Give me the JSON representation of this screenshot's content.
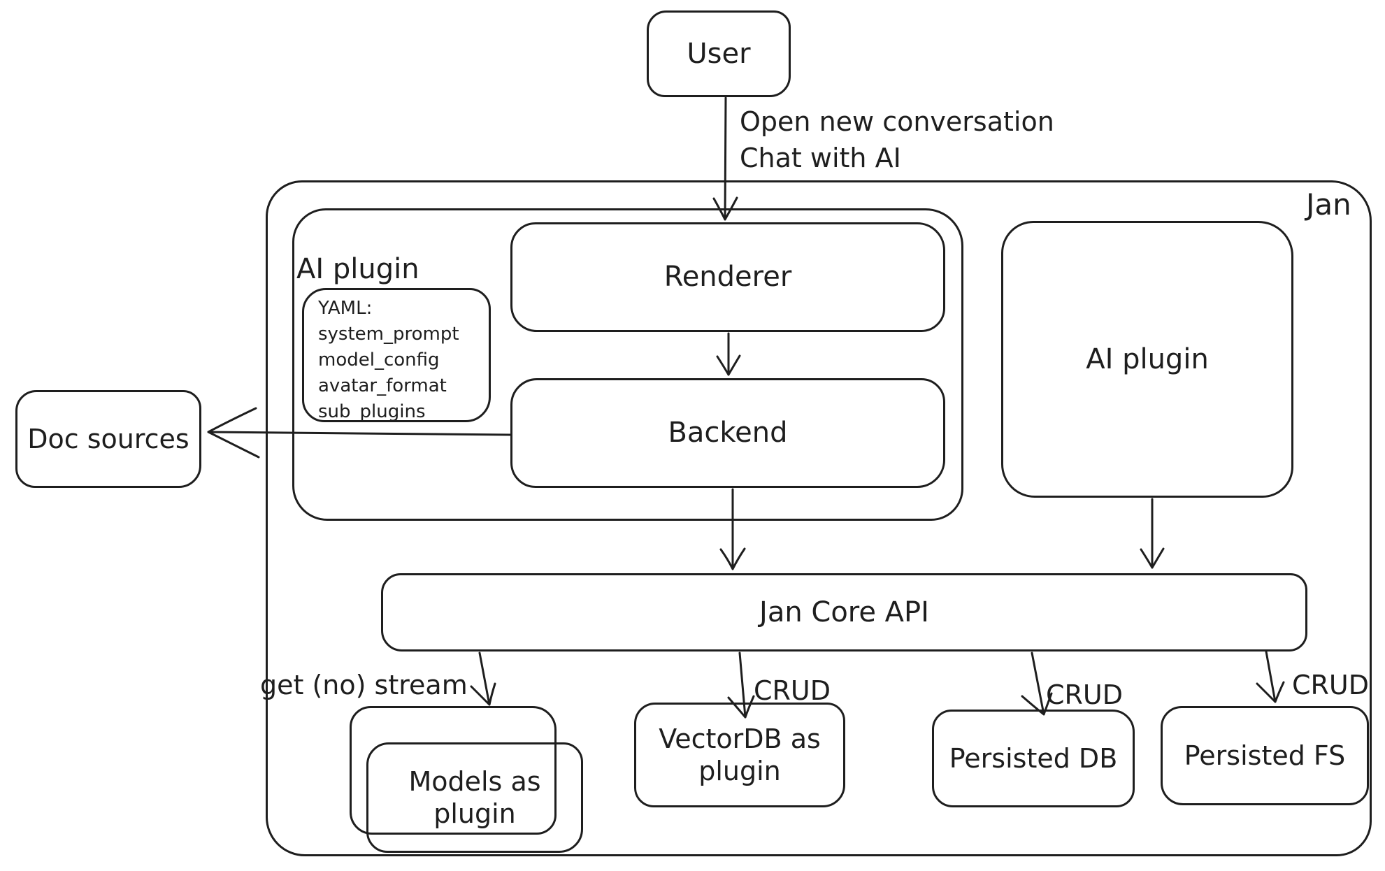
{
  "colors": {
    "stroke": "#1e1e1e",
    "background": "#ffffff"
  },
  "user": {
    "label": "User"
  },
  "jan": {
    "label": "Jan"
  },
  "ai_plugin_left": {
    "label": "AI plugin"
  },
  "renderer": {
    "label": "Renderer"
  },
  "backend": {
    "label": "Backend"
  },
  "yaml_note": {
    "lines": [
      "YAML:",
      "system_prompt",
      "model_config",
      "avatar_format",
      "sub_plugins"
    ]
  },
  "doc_sources": {
    "label": "Doc sources"
  },
  "ai_plugin_right": {
    "label": "AI plugin"
  },
  "jan_core_api": {
    "label": "Jan Core API"
  },
  "models_plugin": {
    "label": "Models as plugin"
  },
  "vectordb": {
    "label": "VectorDB as plugin"
  },
  "persisted_db": {
    "label": "Persisted DB"
  },
  "persisted_fs": {
    "label": "Persisted FS"
  },
  "edge_labels": {
    "user_to_renderer": [
      "Open new conversation",
      "Chat with AI"
    ],
    "get_no_stream": "get (no) stream",
    "crud_vectordb": "CRUD",
    "crud_persisted_db": "CRUD",
    "crud_persisted_fs": "CRUD"
  }
}
